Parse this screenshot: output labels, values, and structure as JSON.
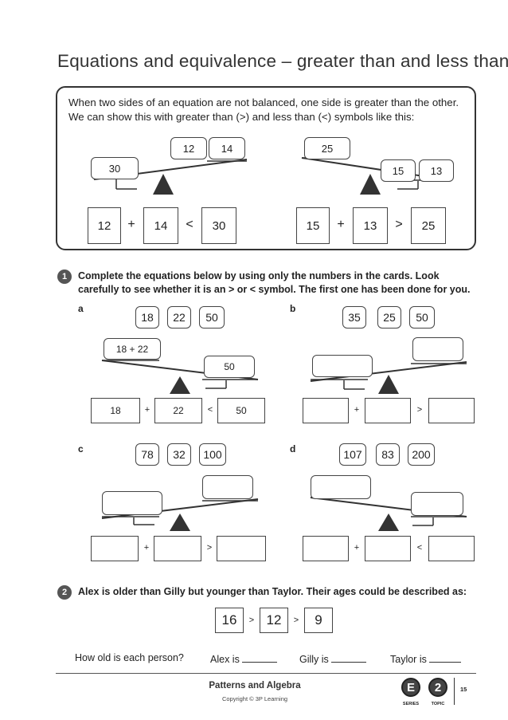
{
  "page": {
    "title": "Equations and equivalence – greater than and less than",
    "intro_text": "When two sides of an equation are not balanced, one side is greater than the other. We can show this with greater than (>) and less than (<) symbols like this:"
  },
  "intro": {
    "left_scale": {
      "left_pan": "30",
      "right_pan": [
        "12",
        "14"
      ]
    },
    "left_equation": {
      "a": "12",
      "op": "+",
      "b": "14",
      "rel": "<",
      "c": "30"
    },
    "right_scale": {
      "left_pan": "25",
      "right_pan": [
        "15",
        "13"
      ]
    },
    "right_equation": {
      "a": "15",
      "op": "+",
      "b": "13",
      "rel": ">",
      "c": "25"
    }
  },
  "q1": {
    "number": "1",
    "text": "Complete the equations below by using only the numbers in the cards. Look carefully to see whether it is an > or < symbol. The first one has been done for you.",
    "parts": [
      {
        "letter": "a",
        "cards": [
          "18",
          "22",
          "50"
        ],
        "left_pan": "18 + 22",
        "right_pan": "50",
        "eq": {
          "a": "18",
          "op": "+",
          "b": "22",
          "rel": "<",
          "c": "50"
        }
      },
      {
        "letter": "b",
        "cards": [
          "35",
          "25",
          "50"
        ],
        "left_pan": "",
        "right_pan": "",
        "eq": {
          "a": "",
          "op": "+",
          "b": "",
          "rel": ">",
          "c": ""
        }
      },
      {
        "letter": "c",
        "cards": [
          "78",
          "32",
          "100"
        ],
        "left_pan": "",
        "right_pan": "",
        "eq": {
          "a": "",
          "op": "+",
          "b": "",
          "rel": ">",
          "c": ""
        }
      },
      {
        "letter": "d",
        "cards": [
          "107",
          "83",
          "200"
        ],
        "left_pan": "",
        "right_pan": "",
        "eq": {
          "a": "",
          "op": "+",
          "b": "",
          "rel": "<",
          "c": ""
        }
      }
    ]
  },
  "q2": {
    "number": "2",
    "text": "Alex is older than Gilly but younger than Taylor. Their ages could be described as:",
    "ages": [
      "16",
      "12",
      "9"
    ],
    "rel": ">",
    "question": "How old is each person?",
    "alex_label": "Alex is",
    "gilly_label": "Gilly is",
    "taylor_label": "Taylor is"
  },
  "footer": {
    "heading": "Patterns and Algebra",
    "copyright": "Copyright © 3P Learning",
    "series_letter": "E",
    "topic_number": "2",
    "series_label": "SERIES",
    "topic_label": "TOPIC",
    "page_number": "15"
  }
}
